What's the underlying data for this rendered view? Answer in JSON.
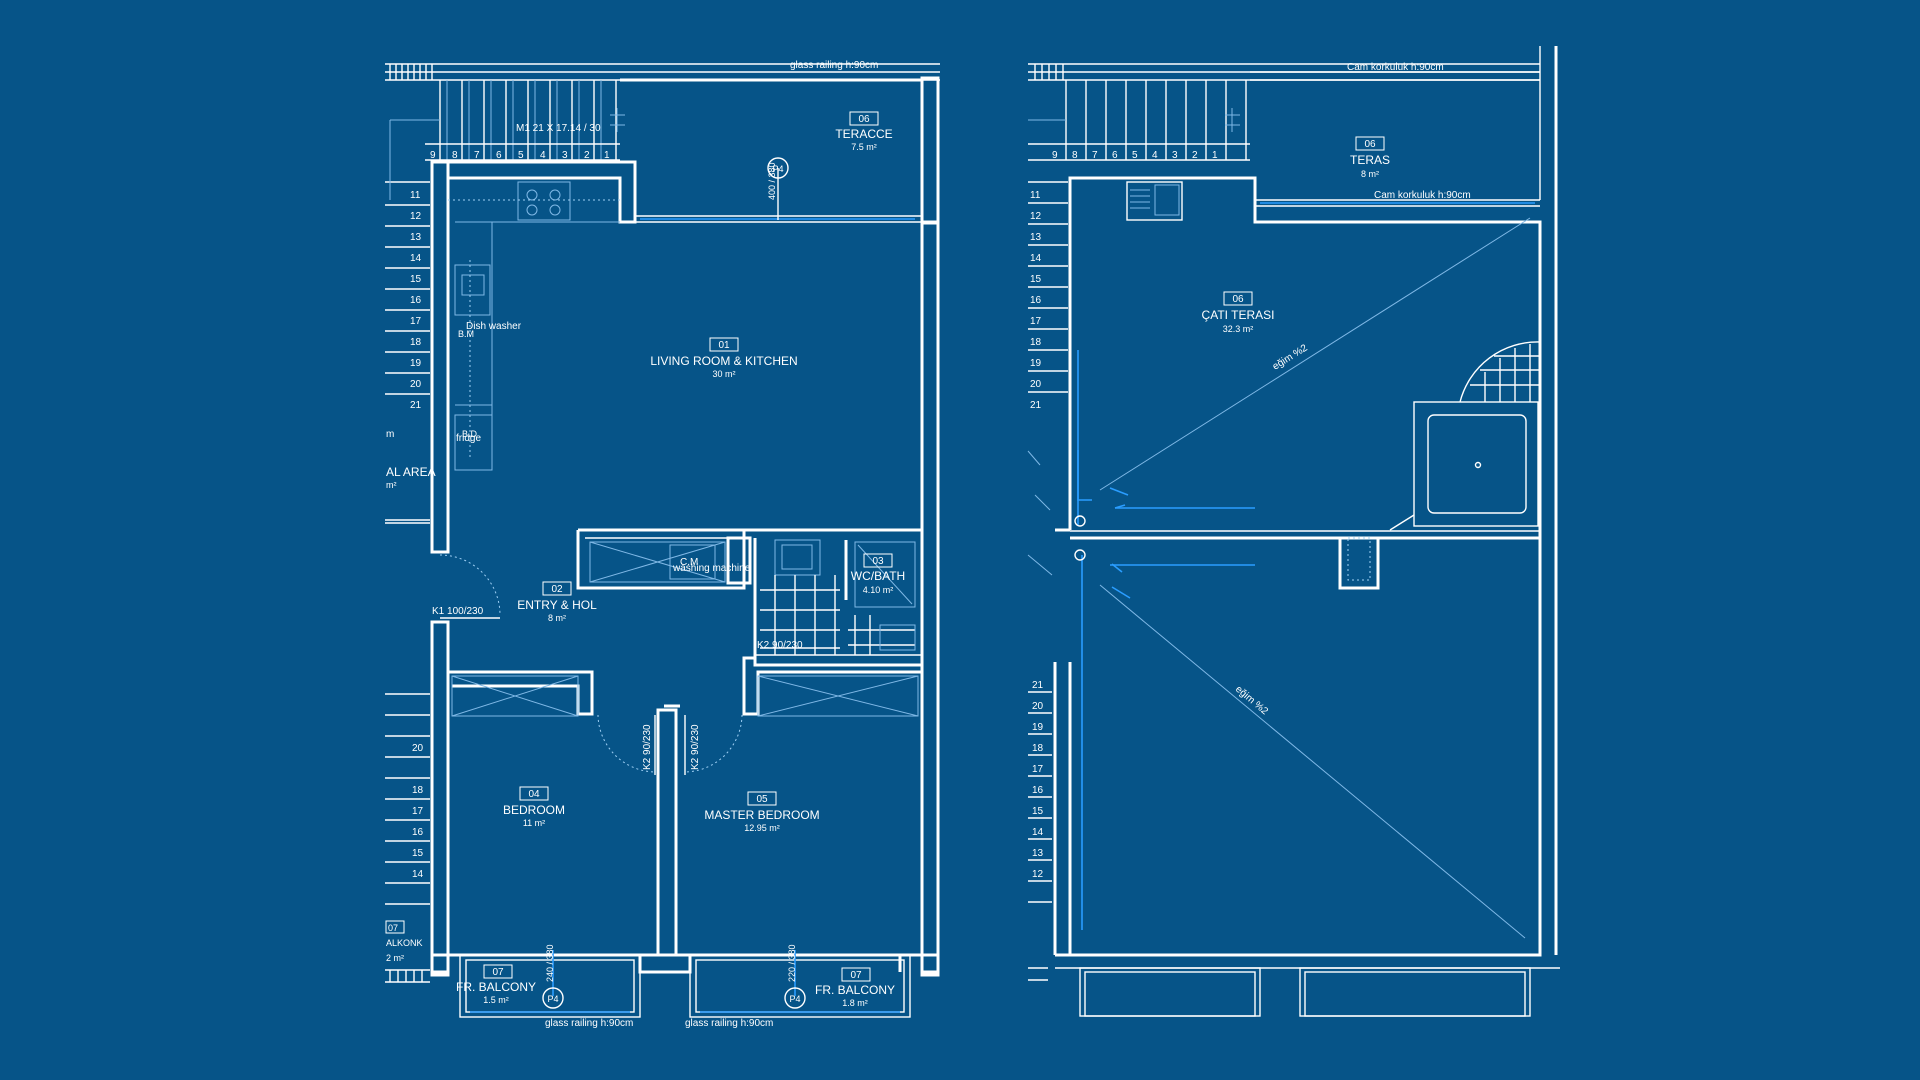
{
  "plan_left": {
    "railing_top": "glass railing h:90cm",
    "railing_bottom_left": "glass railing h:90cm",
    "railing_bottom_right": "glass railing h:90cm",
    "stair_top_label": "M1 21 X 17.14 / 30",
    "stair_numbers_top": [
      "9",
      "8",
      "7",
      "6",
      "5",
      "4",
      "3",
      "2",
      "1"
    ],
    "stair_numbers_left": [
      "11",
      "12",
      "13",
      "14",
      "15",
      "16",
      "17",
      "18",
      "19",
      "20",
      "21"
    ],
    "stair_numbers_left_low": [
      "20",
      "18",
      "17",
      "16",
      "15",
      "14"
    ],
    "p4": "P4",
    "p4_dims": "400 / 380",
    "p4_dims_bl": "240 / 380",
    "p4_dims_br": "220 / 380",
    "rooms": {
      "r06": {
        "num": "06",
        "name": "TERACCE",
        "area": "7.5 m²"
      },
      "r01": {
        "num": "01",
        "name": "LIVING ROOM & KITCHEN",
        "area": "30 m²"
      },
      "r02": {
        "num": "02",
        "name": "ENTRY & HOL",
        "area": "8 m²"
      },
      "r03": {
        "num": "03",
        "name": "WC/BATH",
        "area": "4.10 m²"
      },
      "r04": {
        "num": "04",
        "name": "BEDROOM",
        "area": "11  m²"
      },
      "r05": {
        "num": "05",
        "name": "MASTER BEDROOM",
        "area": "12.95 m²"
      },
      "r07a": {
        "num": "07",
        "name": "FR. BALCONY",
        "area": "1.5 m²"
      },
      "r07b": {
        "num": "07",
        "name": "FR. BALCONY",
        "area": "1.8 m²"
      }
    },
    "fixtures": {
      "dishwasher": "Dish washer",
      "dishwasher_code": "B.M",
      "fridge": "fridge",
      "fridge_code": "B.D",
      "washing": "washing machine",
      "washing_code": "C.M"
    },
    "doors": {
      "k1": "K1 100/230",
      "k2_bath": "K2 90/230",
      "k2_a": "K2 90/230",
      "k2_b": "K2 90/230"
    },
    "cutoff": {
      "area": "AL AREA",
      "area_unit": "m²",
      "m": "m",
      "num07": "07",
      "balk": "ALKONK",
      "balk_area": "2 m²"
    }
  },
  "plan_right": {
    "railing_top": "Cam korkuluk h:90cm",
    "railing_mid": "Cam korkuluk h:90cm",
    "stair_numbers_top": [
      "9",
      "8",
      "7",
      "6",
      "5",
      "4",
      "3",
      "2",
      "1"
    ],
    "stair_numbers_left": [
      "11",
      "12",
      "13",
      "14",
      "15",
      "16",
      "17",
      "18",
      "19",
      "20",
      "21"
    ],
    "stair_numbers_left_low": [
      "21",
      "20",
      "19",
      "18",
      "17",
      "16",
      "15",
      "14",
      "13",
      "12"
    ],
    "rooms": {
      "teras": {
        "num": "06",
        "name": "TERAS",
        "area": "8 m²"
      },
      "cati": {
        "num": "06",
        "name": "ÇATI TERASI",
        "area": "32.3 m²"
      }
    },
    "slope_upper": "eğim %2",
    "slope_lower": "eğim %2"
  }
}
